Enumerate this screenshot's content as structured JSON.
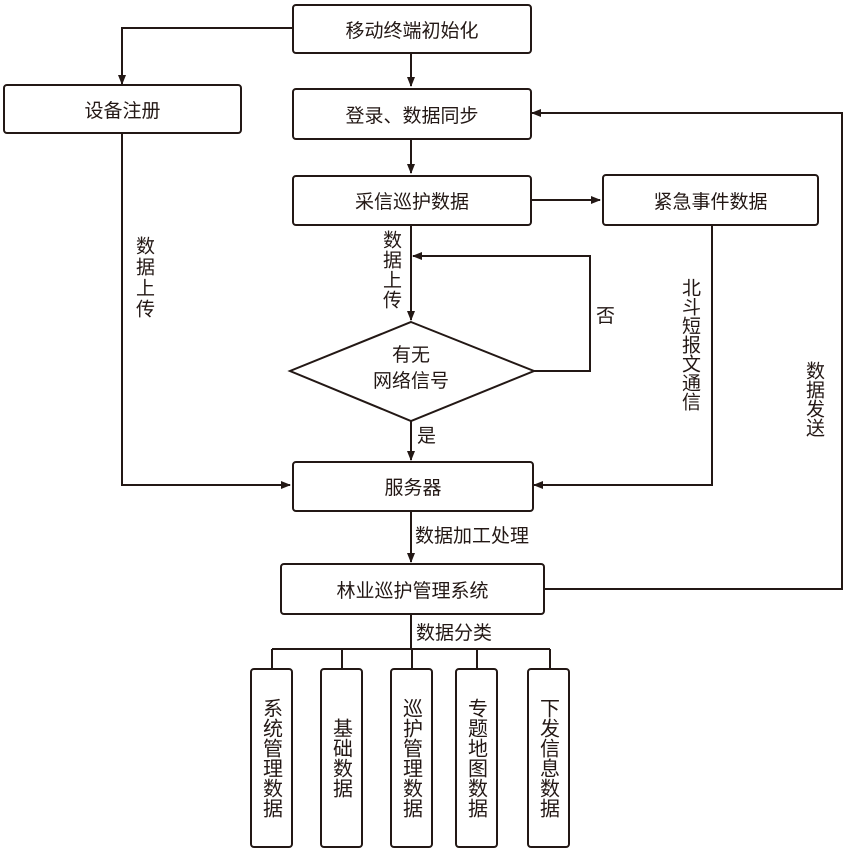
{
  "nodes": {
    "init": "移动终端初始化",
    "register": "设备注册",
    "login": "登录、数据同步",
    "collect": "采信巡护数据",
    "emergency": "紧急事件数据",
    "decision_line1": "有无",
    "decision_line2": "网络信号",
    "server": "服务器",
    "system": "林业巡护管理系统",
    "categories": [
      "系统管理数据",
      "基础数据",
      "巡护管理数据",
      "专题地图数据",
      "下发信息数据"
    ]
  },
  "edge_labels": {
    "register_upload": "数据上传",
    "collect_upload": "数据上传",
    "no": "否",
    "yes": "是",
    "beidou": "北斗短报文通信",
    "send": "数据发送",
    "processing": "数据加工处理",
    "classify": "数据分类"
  }
}
